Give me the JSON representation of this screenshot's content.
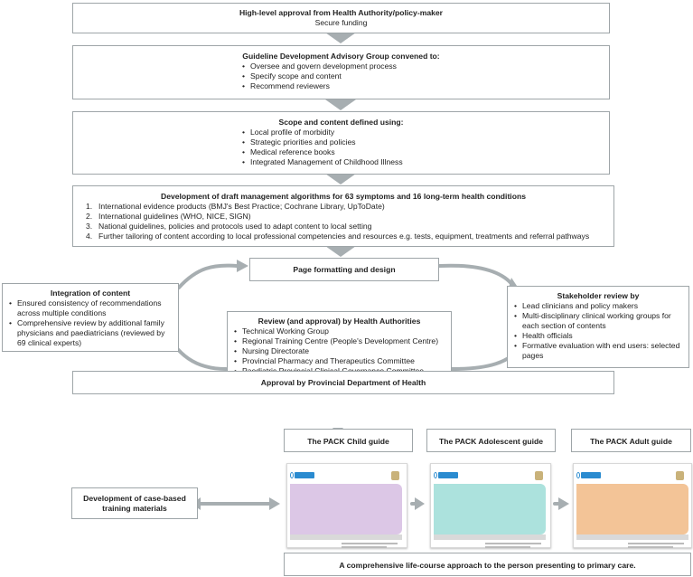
{
  "approval": {
    "title": "High-level approval from Health Authority/policy-maker",
    "subtitle": "Secure funding"
  },
  "guideline_group": {
    "title": "Guideline Development Advisory Group convened to:",
    "items": [
      "Oversee and govern development process",
      "Specify scope and content",
      "Recommend reviewers"
    ]
  },
  "scope": {
    "title": "Scope and content defined using:",
    "items": [
      "Local profile of morbidity",
      "Strategic priorities and policies",
      "Medical reference books",
      "Integrated Management of Childhood Illness"
    ]
  },
  "draft": {
    "title": "Development of draft management algorithms for 63 symptoms and 16 long-term health conditions",
    "items": [
      "International evidence products (BMJ's Best Practice; Cochrane Library, UpToDate)",
      "International guidelines (WHO, NICE, SIGN)",
      "National guidelines, policies and protocols used to adapt content to local setting",
      "Further tailoring of content according to local professional competencies and resources e.g. tests, equipment, treatments and referral pathways"
    ]
  },
  "formatting": {
    "title": "Page formatting and design"
  },
  "integration": {
    "title": "Integration of content",
    "items": [
      "Ensured consistency of recommendations across multiple conditions",
      "Comprehensive review by additional family physicians and paediatricians (reviewed by 69 clinical experts)"
    ]
  },
  "stakeholder": {
    "title": "Stakeholder review by",
    "items": [
      "Lead clinicians and policy makers",
      "Multi-disciplinary clinical working groups for each section of contents",
      "Health officials",
      "Formative evaluation with end users: selected pages"
    ]
  },
  "health_review": {
    "title": "Review (and approval) by Health Authorities",
    "items": [
      "Technical Working Group",
      "Regional Training Centre (People's Development Centre)",
      "Nursing Directorate",
      "Provincial Pharmacy and Therapeutics Committee",
      "Paediatric Provincial Clinical Governance Committee"
    ]
  },
  "provincial": {
    "title": "Approval by Provincial Department of Health"
  },
  "guides": [
    {
      "label": "The PACK Child guide",
      "color": "#dcc7e6"
    },
    {
      "label": "The PACK Adolescent guide",
      "color": "#ace2dd"
    },
    {
      "label": "The PACK Adult guide",
      "color": "#f3c497"
    }
  ],
  "training": {
    "title": "Development of case-based training materials"
  },
  "footer": {
    "text": "A comprehensive life-course approach to the person presenting to primary care."
  }
}
